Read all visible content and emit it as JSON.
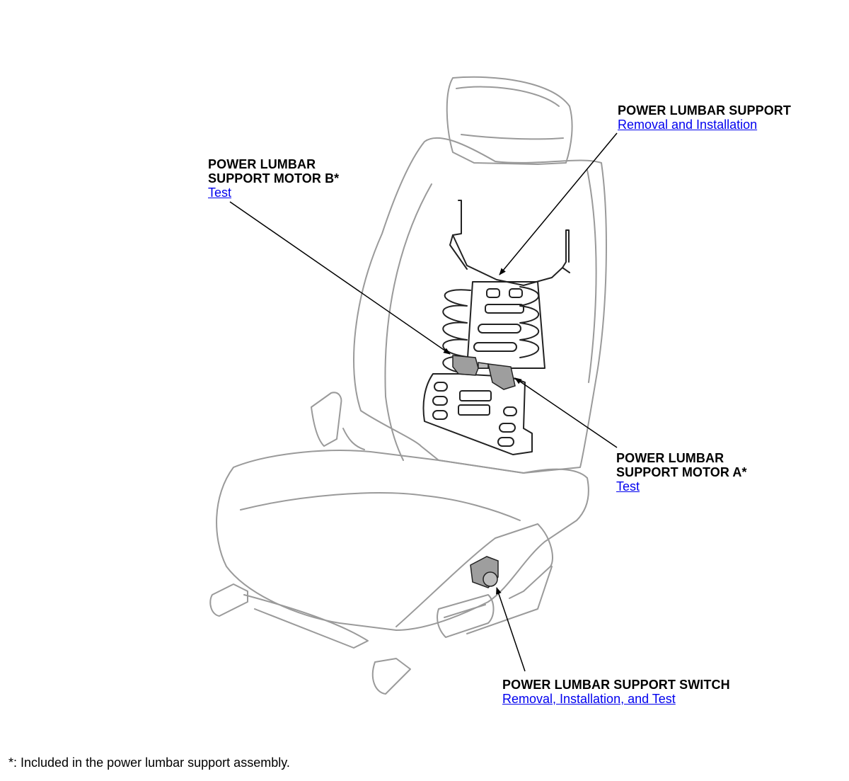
{
  "callouts": {
    "lumbar_support": {
      "title": "POWER LUMBAR SUPPORT",
      "link": "Removal and Installation"
    },
    "motor_b": {
      "title": "POWER LUMBAR\nSUPPORT MOTOR B*",
      "link": "Test"
    },
    "motor_a": {
      "title": "POWER LUMBAR\nSUPPORT MOTOR A*",
      "link": "Test"
    },
    "switch": {
      "title": "POWER LUMBAR SUPPORT SWITCH",
      "link": "Removal, Installation, and Test"
    }
  },
  "footnote": "*: Included in the power lumbar support assembly.",
  "colors": {
    "link": "#0000ee",
    "seat_outline": "#9a9a9a",
    "component_outline": "#222222",
    "motor_fill": "#9e9e9e"
  }
}
